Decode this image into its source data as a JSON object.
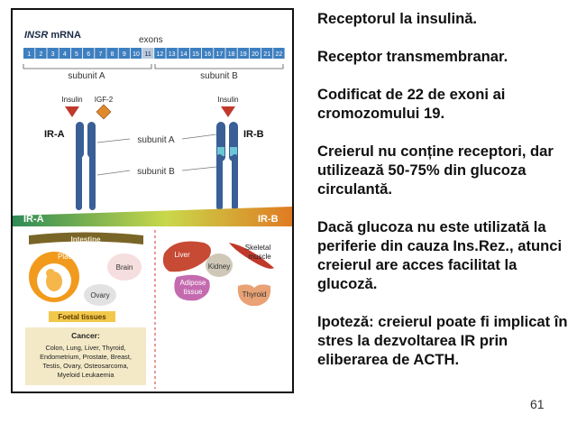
{
  "figure": {
    "mrna_title_italic": "INSR",
    "mrna_title_rest": " mRNA",
    "exons_label": "exons",
    "exons": [
      "1",
      "2",
      "3",
      "4",
      "5",
      "6",
      "7",
      "8",
      "9",
      "10",
      "11",
      "12",
      "13",
      "14",
      "15",
      "16",
      "17",
      "18",
      "19",
      "20",
      "21",
      "22"
    ],
    "highlighted_exon": "11",
    "subunit_a_label": "subunit A",
    "subunit_b_label": "subunit B",
    "insulin_label": "Insulin",
    "igf2_label": "IGF-2",
    "insulin_label_right": "Insulin",
    "ira_label": "IR-A",
    "irb_label": "IR-B",
    "center_subunit_a": "subunit A",
    "center_subunit_b": "subunit B",
    "banner_left": "IR-A",
    "banner_right": "IR-B",
    "intestine": "Intestine",
    "placenta": "Placenta",
    "brain": "Brain",
    "ovary": "Ovary",
    "foetal": "Foetal tissues",
    "cancer_title": "Cancer:",
    "cancer_lines": [
      "Colon, Lung, Liver, Thyroid,",
      "Endometrium, Prostate, Breast,",
      "Testis, Ovary, Osteosarcoma,",
      "Myeloid Leukaemia"
    ],
    "liver": "Liver",
    "skeletal1": "Skeletal",
    "skeletal2": "muscle",
    "kidney": "Kidney",
    "adipose1": "Adipose",
    "adipose2": "tissue",
    "thyroid": "Thyroid"
  },
  "notes": [
    "Receptorul la insulină.",
    "Receptor transmembranar.",
    "Codificat de 22 de exoni ai cromozomului 19.",
    "Creierul nu conține receptori, dar utilizează 50-75% din glucoza circulantă.",
    "Dacă glucoza nu este utilizată la periferie din cauza Ins.Rez., atunci creierul are acces facilitat la glucoză.",
    "Ipoteză: creierul poate fi implicat în stres la dezvoltarea IR prin eliberarea de ACTH."
  ],
  "page_number": "61",
  "colors": {
    "exon_fill": "#3e7fc0",
    "exon_highlight": "#b8c9dc",
    "receptor": "#3a5f97",
    "receptor_b_band": "#6bc7d6",
    "insulin_triangle": "#c0392b",
    "igf2_diamond": "#e08a2b",
    "banner_green": "#2e8b57",
    "banner_orange": "#e07b22",
    "intestine": "#7a6528",
    "placenta": "#f29a1c",
    "foetal": "#f2c84b",
    "cancer_box": "#f3e9c6",
    "liver": "#c74a35",
    "muscle": "#c0392b",
    "kidney": "#cfc8b8",
    "adipose": "#c46bb0",
    "thyroid": "#e8a275"
  }
}
